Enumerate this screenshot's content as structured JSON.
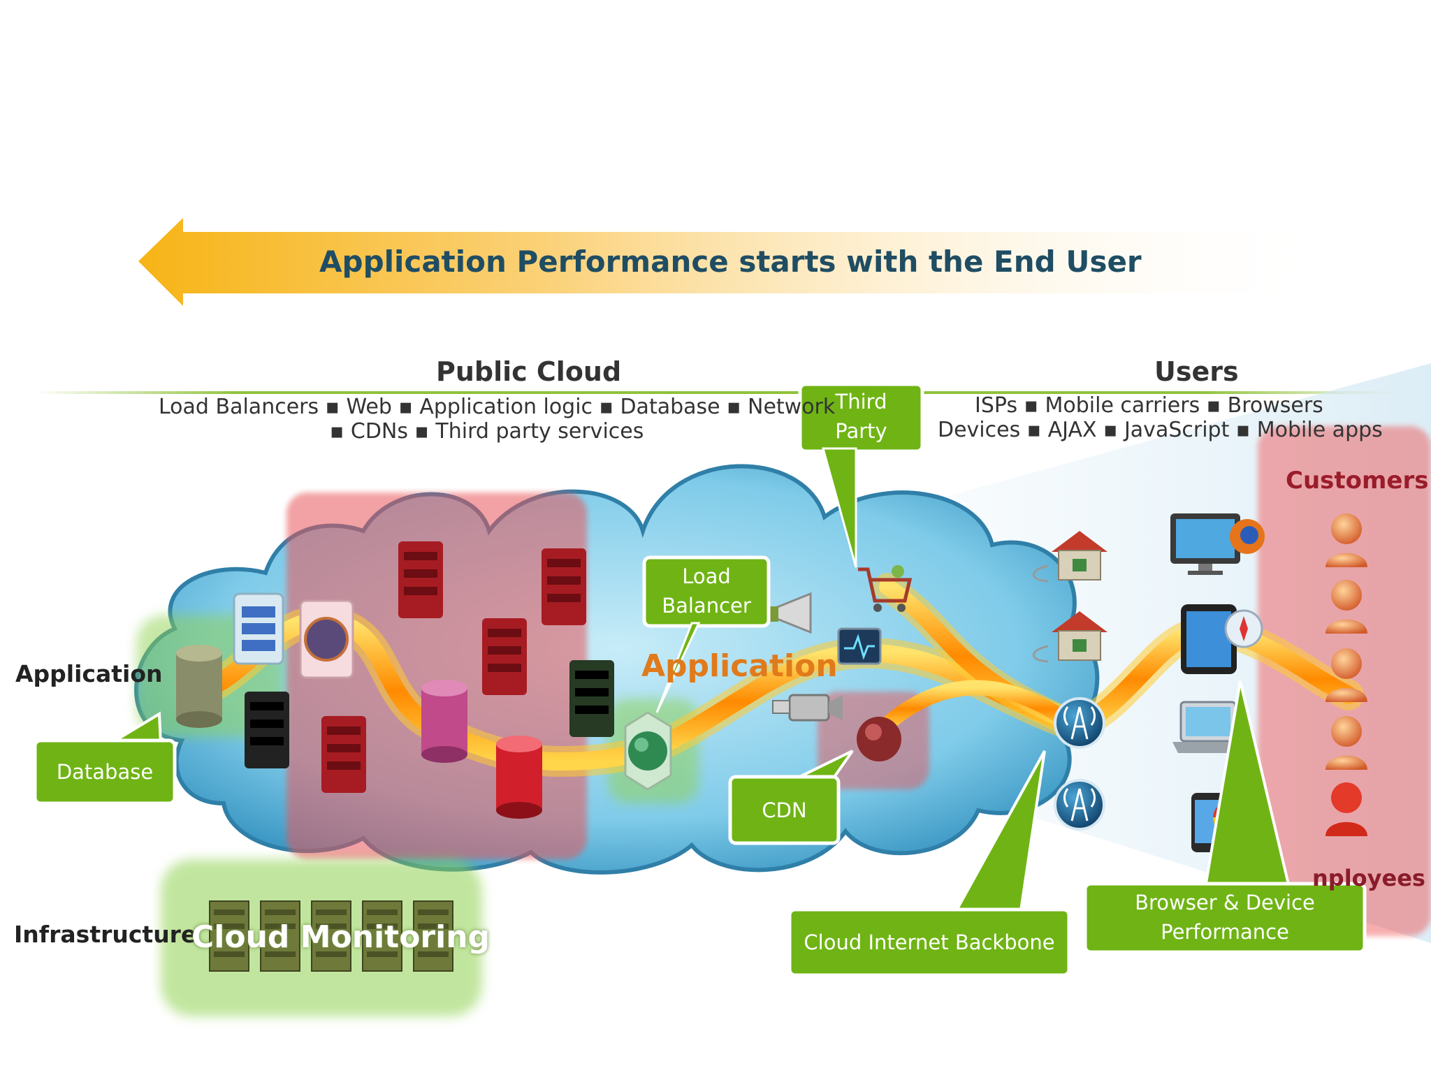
{
  "banner": {
    "title": "Application Performance starts with the End User"
  },
  "public_cloud": {
    "heading": "Public Cloud",
    "line1": "Load Balancers ▪ Web  ▪ Application logic  ▪  Database   ▪  Network",
    "line2": "▪  CDNs  ▪  Third party services"
  },
  "users": {
    "heading": "Users",
    "line1": "ISPs  ▪  Mobile carriers  ▪  Browsers",
    "line2": "Devices  ▪  AJAX  ▪  JavaScript  ▪  Mobile apps"
  },
  "row_labels": {
    "application": "Application",
    "infrastructure": "Infrastructure"
  },
  "cloud_label": "Application",
  "cloud_monitoring": "Cloud Monitoring",
  "groups": {
    "customers": "Customers",
    "employees": "nployees"
  },
  "callouts": {
    "database": "Database",
    "load_balancer": [
      "Load",
      "Balancer"
    ],
    "third_party": [
      "Third",
      "Party"
    ],
    "cdn": "CDN",
    "backbone": "Cloud Internet Backbone",
    "browser_device": [
      "Browser & Device",
      "Performance"
    ]
  },
  "colors": {
    "callout_green": "#6fb414",
    "banner_arrow": "#f7b416",
    "title_text": "#1f4d63",
    "highlight_red": "#e8565a",
    "highlight_green": "#8fd14f",
    "cloud_blue": "#6cc3e6"
  }
}
